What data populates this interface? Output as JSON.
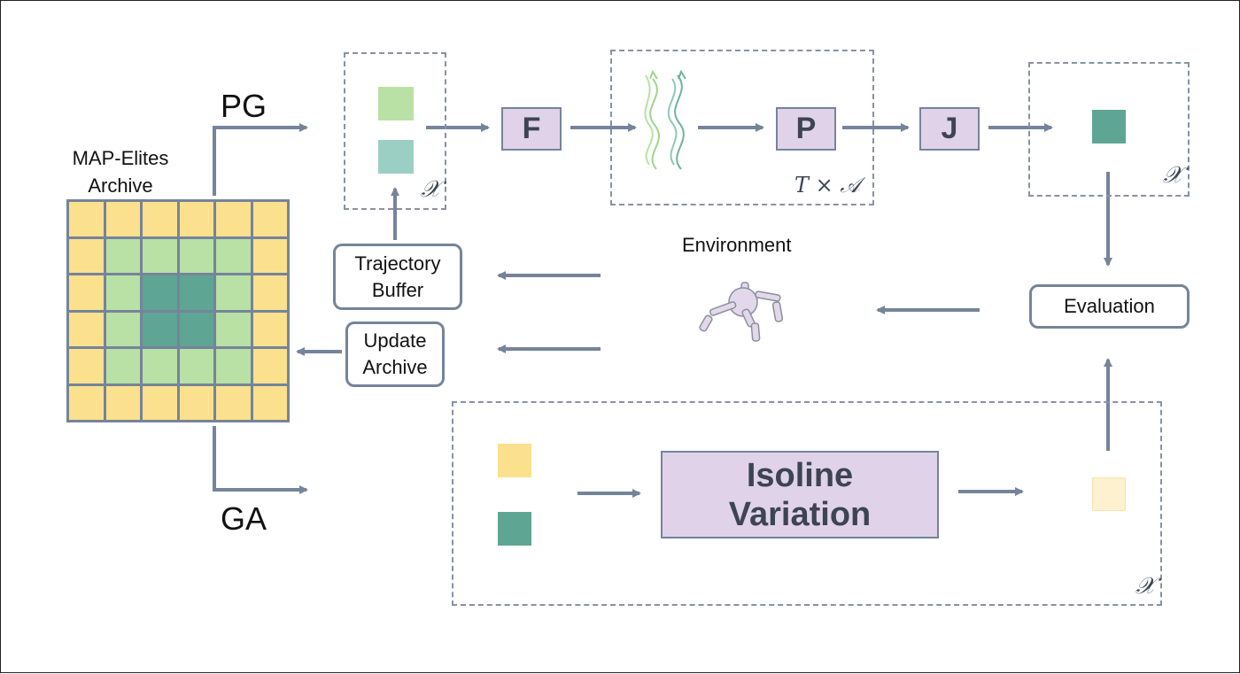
{
  "labels": {
    "pg": "PG",
    "ga": "GA",
    "archive_title": [
      "MAP-Elites",
      "Archive"
    ],
    "trajectory_buffer": [
      "Trajectory",
      "Buffer"
    ],
    "update_archive": [
      "Update",
      "Archive"
    ],
    "environment": "Environment",
    "evaluation": "Evaluation",
    "f": "F",
    "p": "P",
    "j": "J",
    "isoline_variation": [
      "Isoline",
      "Variation"
    ],
    "math_x": "𝒳",
    "math_t_times_a": "T × 𝒜"
  },
  "colors": {
    "yellow": "#fbe08e",
    "light_green": "#b9e0a5",
    "teal": "#5fa594",
    "grid_line": "#75849a",
    "arrow": "#75849a",
    "purple_fill": "#e0d3e9",
    "pale_yellow": "#fdf1cf",
    "pale_teal": "#9ccfc4"
  },
  "archive_grid": [
    [
      "yellow",
      "yellow",
      "yellow",
      "yellow",
      "yellow",
      "yellow"
    ],
    [
      "yellow",
      "light_green",
      "light_green",
      "light_green",
      "light_green",
      "yellow"
    ],
    [
      "yellow",
      "light_green",
      "teal",
      "teal",
      "light_green",
      "yellow"
    ],
    [
      "yellow",
      "light_green",
      "teal",
      "teal",
      "light_green",
      "yellow"
    ],
    [
      "yellow",
      "light_green",
      "light_green",
      "light_green",
      "light_green",
      "yellow"
    ],
    [
      "yellow",
      "yellow",
      "yellow",
      "yellow",
      "yellow",
      "yellow"
    ]
  ]
}
